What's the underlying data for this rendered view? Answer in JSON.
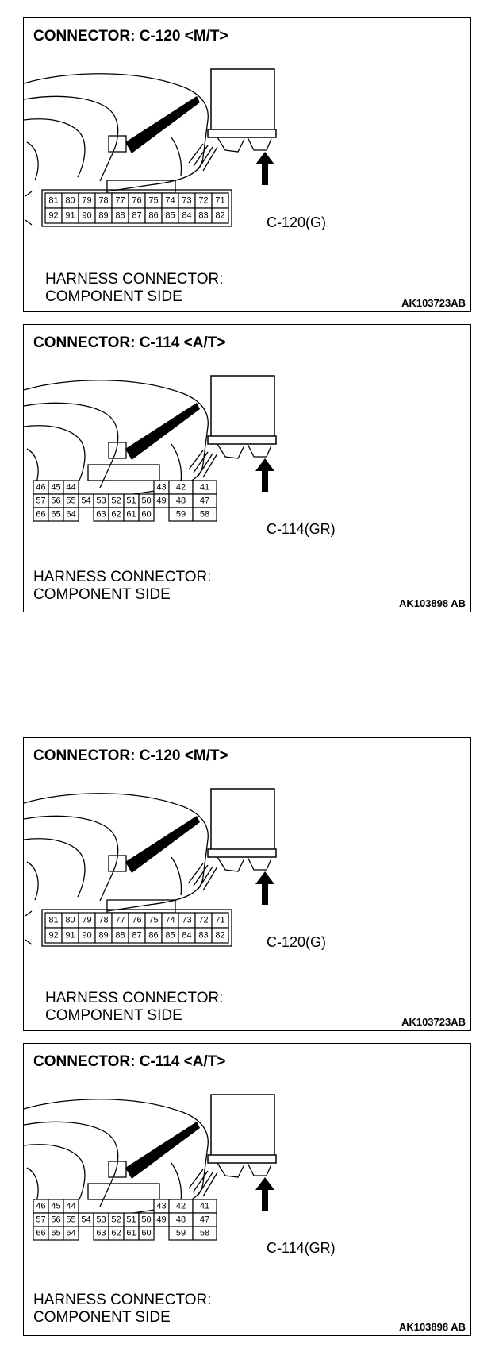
{
  "panels": [
    {
      "id": "c120-a",
      "title": "CONNECTOR: C-120 <M/T>",
      "callout": "C-120(G)",
      "harness_line1": "HARNESS CONNECTOR:",
      "harness_line2": "COMPONENT SIDE",
      "code": "AK103723AB",
      "pin_rows": [
        [
          "81",
          "80",
          "79",
          "78",
          "77",
          "76",
          "75",
          "74",
          "73",
          "72",
          "71"
        ],
        [
          "92",
          "91",
          "90",
          "89",
          "88",
          "87",
          "86",
          "85",
          "84",
          "83",
          "82"
        ]
      ]
    },
    {
      "id": "c114-a",
      "title": "CONNECTOR: C-114 <A/T>",
      "callout": "C-114(GR)",
      "harness_line1": "HARNESS CONNECTOR:",
      "harness_line2": "COMPONENT SIDE",
      "code": "AK103898 AB",
      "pin_rows": [
        [
          "46",
          "45",
          "44",
          "43",
          "42",
          "41"
        ],
        [
          "57",
          "56",
          "55",
          "54",
          "53",
          "52",
          "51",
          "50",
          "49",
          "48",
          "47"
        ],
        [
          "66",
          "65",
          "64",
          "63",
          "62",
          "61",
          "60",
          "59",
          "58"
        ]
      ]
    },
    {
      "id": "c120-b",
      "title": "CONNECTOR: C-120 <M/T>",
      "callout": "C-120(G)",
      "harness_line1": "HARNESS CONNECTOR:",
      "harness_line2": "COMPONENT SIDE",
      "code": "AK103723AB",
      "pin_rows": [
        [
          "81",
          "80",
          "79",
          "78",
          "77",
          "76",
          "75",
          "74",
          "73",
          "72",
          "71"
        ],
        [
          "92",
          "91",
          "90",
          "89",
          "88",
          "87",
          "86",
          "85",
          "84",
          "83",
          "82"
        ]
      ]
    },
    {
      "id": "c114-b",
      "title": "CONNECTOR: C-114 <A/T>",
      "callout": "C-114(GR)",
      "harness_line1": "HARNESS CONNECTOR:",
      "harness_line2": "COMPONENT SIDE",
      "code": "AK103898 AB",
      "pin_rows": [
        [
          "46",
          "45",
          "44",
          "43",
          "42",
          "41"
        ],
        [
          "57",
          "56",
          "55",
          "54",
          "53",
          "52",
          "51",
          "50",
          "49",
          "48",
          "47"
        ],
        [
          "66",
          "65",
          "64",
          "63",
          "62",
          "61",
          "60",
          "59",
          "58"
        ]
      ]
    }
  ]
}
